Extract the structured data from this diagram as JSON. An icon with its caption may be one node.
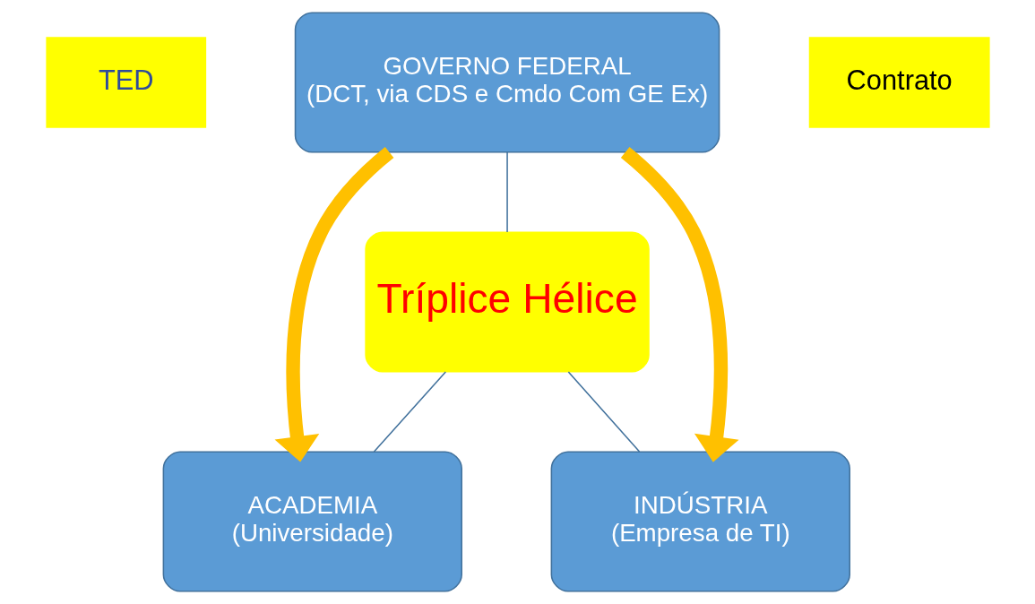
{
  "diagram": {
    "nodes": [
      {
        "text": [
          "GOVERNO FEDERAL",
          "(DCT, via CDS e Cmdo Com GE Ex)"
        ]
      },
      {
        "text": [
          "Tríplice Hélice"
        ]
      },
      {
        "text": [
          "ACADEMIA",
          "(Universidade)"
        ]
      },
      {
        "text": [
          "INDÚSTRIA",
          "(Empresa de TI)"
        ]
      },
      {
        "text": [
          "TED"
        ]
      },
      {
        "text": [
          "Contrato"
        ]
      }
    ],
    "edges": [
      {
        "from": 0,
        "to": 1,
        "arrow": "none"
      },
      {
        "from": 1,
        "to": 2,
        "arrow": "none"
      },
      {
        "from": 1,
        "to": 3,
        "arrow": "none"
      },
      {
        "from": 0,
        "to": 2,
        "arrow": "to",
        "style": "thick",
        "color": "#ffc000"
      },
      {
        "from": 0,
        "to": 3,
        "arrow": "to",
        "style": "thick",
        "color": "#ffc000"
      }
    ]
  }
}
